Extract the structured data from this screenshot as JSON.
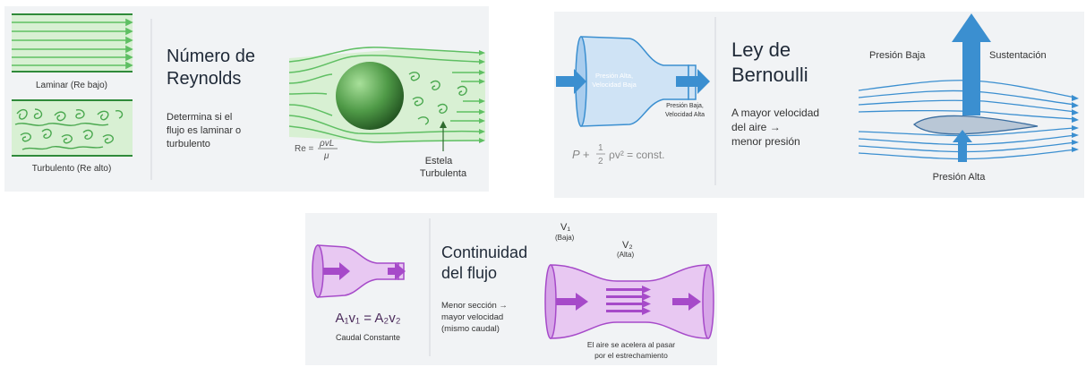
{
  "reynolds": {
    "laminar_label": "Laminar (Re bajo)",
    "turbulent_label": "Turbulento (Re alto)",
    "title_line1": "Número de",
    "title_line2": "Reynolds",
    "desc_line1": "Determina si el",
    "desc_line2": "flujo es laminar o",
    "desc_line3": "turbulento",
    "formula_left": "Re =",
    "formula_num": "ρvL",
    "formula_den": "μ",
    "wake_line1": "Estela",
    "wake_line2": "Turbulenta"
  },
  "bernoulli": {
    "in_line1": "Presión Alta,",
    "in_line2": "Velocidad Baja",
    "out_line1": "Presión Baja,",
    "out_line2": "Velocidad Alta",
    "formula_p": "P +",
    "formula_num": "1",
    "formula_den": "2",
    "formula_rest": "ρv² = const.",
    "title_line1": "Ley de",
    "title_line2": "Bernoulli",
    "desc_line1": "A mayor velocidad",
    "desc_line2": "del aire →",
    "desc_line3": "menor presión",
    "low_pressure": "Presión Baja",
    "lift": "Sustentación",
    "high_pressure": "Presión Alta"
  },
  "continuity": {
    "formula": "A₁v₁ = A₂v₂",
    "caption": "Caudal Constante",
    "title_line1": "Continuidad",
    "title_line2": "del flujo",
    "desc_line1": "Menor sección →",
    "desc_line2": "mayor velocidad",
    "desc_line3": "(mismo caudal)",
    "v1": "V₁",
    "v1_note": "(Baja)",
    "v2": "V₂",
    "v2_note": "(Alta)",
    "note_line1": "El aire se acelera al pasar",
    "note_line2": "por el estrechamiento"
  },
  "colors": {
    "green": "#5fbf63",
    "green_light": "#d8f0d3",
    "blue": "#3b8fd0",
    "blue_light": "#cfe3f5",
    "purple": "#a64ac9",
    "purple_light": "#e8c8f2",
    "panel_bg": "#f1f3f5"
  }
}
